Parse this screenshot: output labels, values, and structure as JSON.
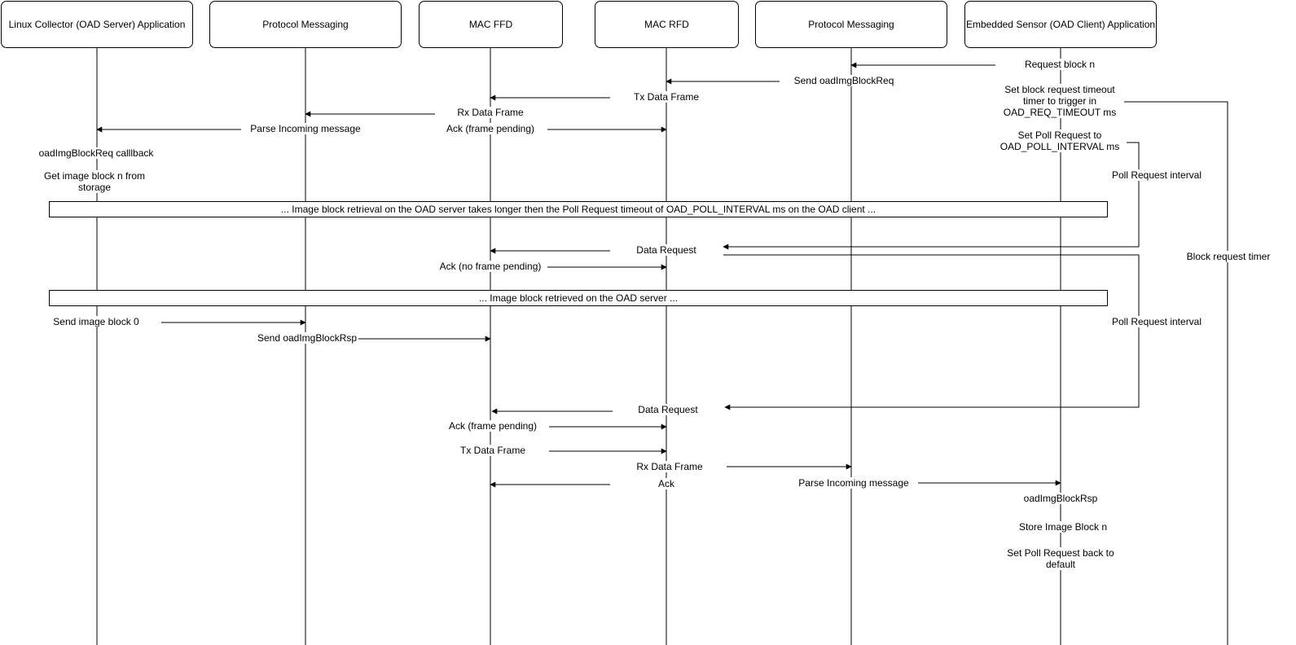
{
  "participants": [
    "Linux Collector (OAD Server) Application",
    "Protocol Messaging",
    "MAC FFD",
    "MAC RFD",
    "Protocol Messaging",
    "Embedded Sensor (OAD Client) Application"
  ],
  "messages": {
    "request_block_n": "Request block n",
    "send_oadimgblockreq": "Send oadImgBlockReq",
    "tx_data_frame_1": "Tx Data Frame",
    "set_block_timeout": "Set block request timeout timer to trigger in OAD_REQ_TIMEOUT ms",
    "rx_data_frame_1": "Rx Data Frame",
    "parse_incoming_1": "Parse Incoming message",
    "ack_frame_pending_1": "Ack (frame pending)",
    "set_poll_request": "Set Poll Request to OAD_POLL_INTERVAL ms",
    "oadimgblockreq_callback": "oadImgBlockReq calllback",
    "get_image_block": "Get image block n from storage",
    "poll_interval_1": "Poll Request interval",
    "data_request_1": "Data Request",
    "ack_no_frame_pending": "Ack (no frame pending)",
    "block_request_timer": "Block request timer",
    "send_image_block_0": "Send image block 0",
    "poll_interval_2": "Poll Request interval",
    "send_oadimgblockrsp": "Send oadImgBlockRsp",
    "data_request_2": "Data Request",
    "ack_frame_pending_2": "Ack (frame pending)",
    "tx_data_frame_2": "Tx Data Frame",
    "rx_data_frame_2": "Rx Data Frame",
    "parse_incoming_2": "Parse Incoming message",
    "ack": "Ack",
    "oadimgblockrsp": "oadImgBlockRsp",
    "store_image_block": "Store Image Block n",
    "set_poll_default": "Set Poll Request back to default"
  },
  "notes": {
    "retrieval_delay": "... Image block retrieval on the OAD server takes longer then the Poll Request timeout of  OAD_POLL_INTERVAL ms on the OAD client  ...",
    "block_retrieved": "... Image block retrieved on the OAD server  ..."
  }
}
